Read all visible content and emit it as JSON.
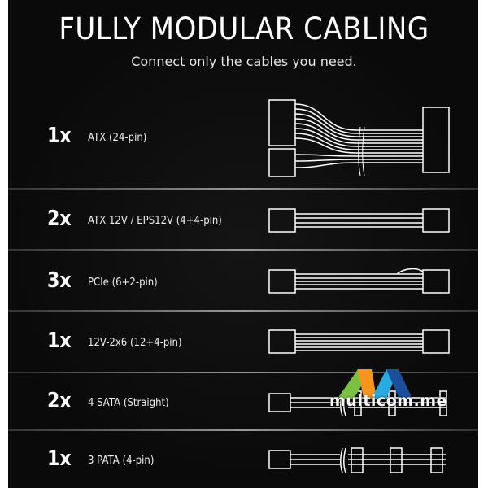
{
  "header": {
    "title": "FULLY MODULAR CABLING",
    "subtitle": "Connect only the cables you need."
  },
  "cables": [
    {
      "qty": "1x",
      "label": "ATX (24-pin)"
    },
    {
      "qty": "2x",
      "label": "ATX 12V / EPS12V (4+4-pin)"
    },
    {
      "qty": "3x",
      "label": "PCIe (6+2-pin)"
    },
    {
      "qty": "1x",
      "label": "12V-2x6 (12+4-pin)"
    },
    {
      "qty": "2x",
      "label": "4 SATA (Straight)"
    },
    {
      "qty": "1x",
      "label": "3 PATA (4-pin)"
    }
  ],
  "watermark": {
    "text": "multicom.me",
    "colors": [
      "#7ac143",
      "#f7941d",
      "#29abe2",
      "#1b4f9c"
    ]
  }
}
